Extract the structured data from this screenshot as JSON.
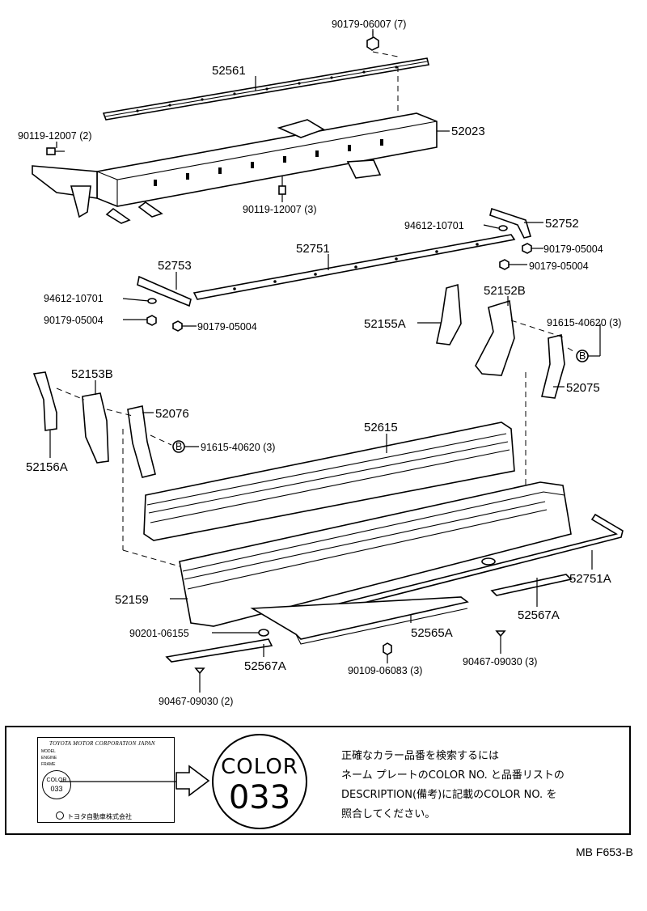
{
  "parts": {
    "p90179_06007": "90179-06007 (7)",
    "p52561": "52561",
    "p52023": "52023",
    "p90119_12007_2": "90119-12007 (2)",
    "p90119_12007_3": "90119-12007 (3)",
    "p94612_10701_r": "94612-10701",
    "p52752": "52752",
    "p52751": "52751",
    "p90179_05004_r1": "90179-05004",
    "p90179_05004_r2": "90179-05004",
    "p52753": "52753",
    "p94612_10701_l": "94612-10701",
    "p90179_05004_l1": "90179-05004",
    "p90179_05004_l2": "90179-05004",
    "p52152B": "52152B",
    "p52155A": "52155A",
    "p91615_40620_r": "91615-40620 (3)",
    "p52075": "52075",
    "p52153B": "52153B",
    "p52076": "52076",
    "p91615_40620_l": "91615-40620 (3)",
    "p52156A": "52156A",
    "p52615": "52615",
    "p52159": "52159",
    "p52751A": "52751A",
    "p52567A_r": "52567A",
    "p90201_06155": "90201-06155",
    "p52565A": "52565A",
    "p52567A_l": "52567A",
    "p90109_06083": "90109-06083 (3)",
    "p90467_09030_3": "90467-09030 (3)",
    "p90467_09030_2": "90467-09030 (2)",
    "b_marker_r": "B",
    "b_marker_l": "B"
  },
  "color_box": {
    "plate_header": "TOYOTA MOTOR CORPORATION JAPAN",
    "plate_fields": [
      "MODEL",
      "ENGINE",
      "FRAME"
    ],
    "plate_color_word": "COLOR",
    "plate_color_code": "033",
    "plate_footer": "トヨタ自動車株式会社",
    "big_color_word": "COLOR",
    "big_color_code": "033",
    "instructions": [
      "正確なカラー品番を検索するには",
      "ネーム プレートのCOLOR NO. と品番リストの",
      "DESCRIPTION(備考)に記載のCOLOR NO. を",
      "照合してください。"
    ]
  },
  "page_ref": "MB  F653-B"
}
